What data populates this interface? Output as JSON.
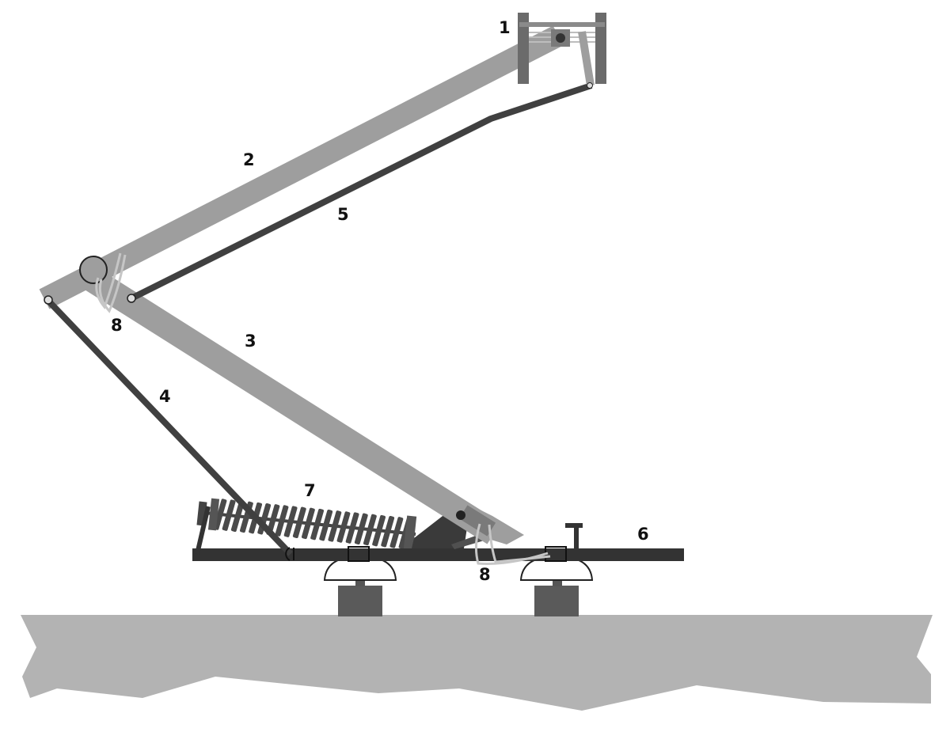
{
  "diagram": {
    "labels": [
      {
        "id": "pan-head",
        "text": "1"
      },
      {
        "id": "upper-arm",
        "text": "2"
      },
      {
        "id": "lower-arm",
        "text": "3"
      },
      {
        "id": "lower-guide-rod",
        "text": "4"
      },
      {
        "id": "upper-guide-rod",
        "text": "5"
      },
      {
        "id": "base-frame",
        "text": "6"
      },
      {
        "id": "raising-spring",
        "text": "7"
      },
      {
        "id": "shunt-knee",
        "text": "8"
      },
      {
        "id": "shunt-base",
        "text": "8"
      }
    ],
    "colors": {
      "arm_light": "#9e9e9e",
      "arm_mid": "#7a7a7a",
      "rod_dark": "#404040",
      "frame_dark": "#333333",
      "insulator_block": "#5a5a5a",
      "roof": "#b3b3b3",
      "shunt_cable": "#c6c6c6"
    }
  }
}
